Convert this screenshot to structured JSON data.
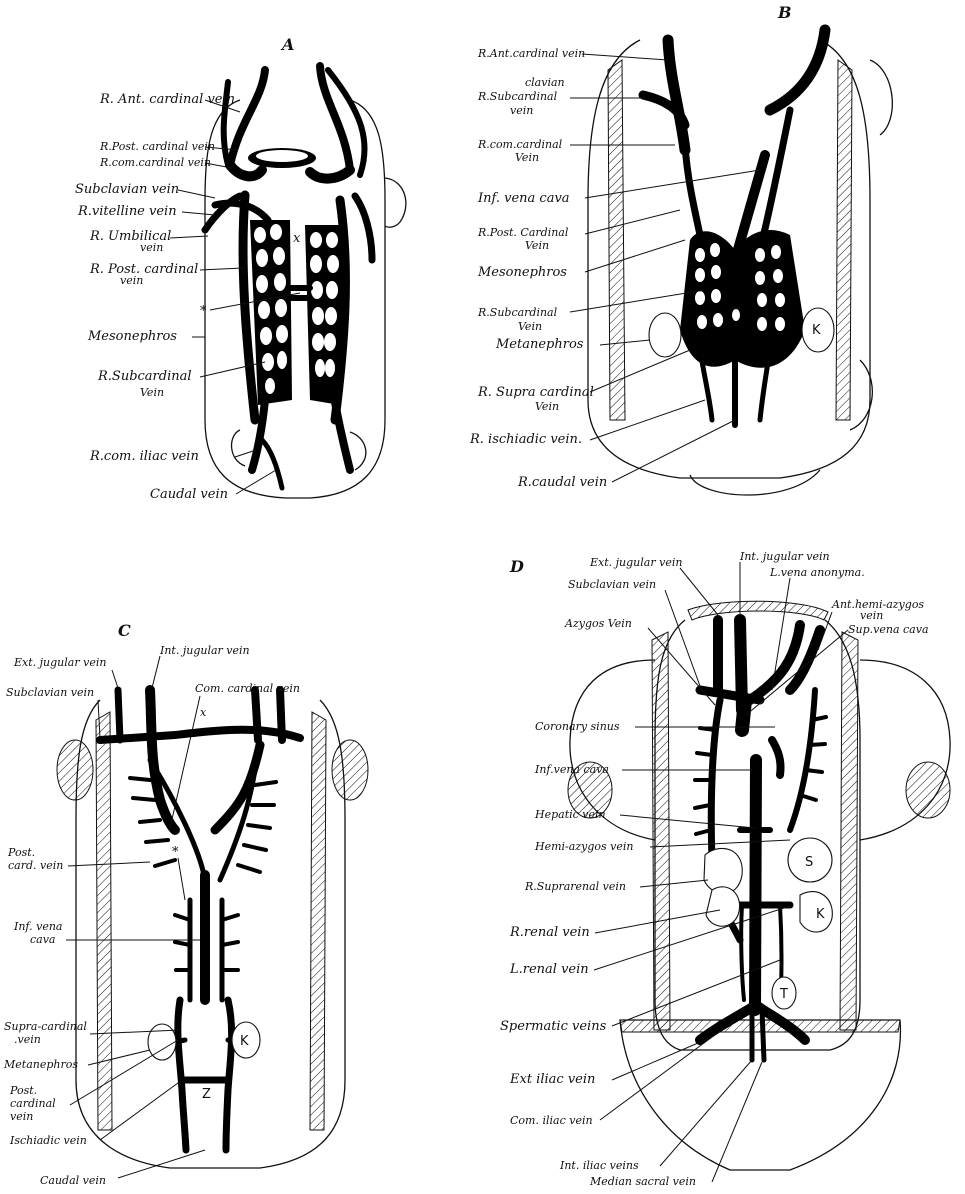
{
  "panels": {
    "A": {
      "letter": "A",
      "labels": {
        "ant_cardinal": "R. Ant. cardinal vein",
        "post_cardinal_upper": "R.Post. cardinal vein",
        "com_cardinal": "R.com.cardinal vein",
        "subclavian": "Subclavian vein",
        "vitelline": "R.vitelline vein",
        "umbilical_1": "R. Umbilical",
        "umbilical_2": "vein",
        "post_cardinal_1": "R. Post. cardinal",
        "post_cardinal_2": "vein",
        "asterisk": "*",
        "mesonephros": "Mesonephros",
        "subcardinal_1": "R.Subcardinal",
        "subcardinal_2": "Vein",
        "com_iliac": "R.com. iliac vein",
        "caudal": "Caudal vein",
        "x_mark": "x"
      }
    },
    "B": {
      "letter": "B",
      "labels": {
        "ant_cardinal": "R.Ant.cardinal vein",
        "subclavian_1": "R.Subcardinal",
        "subclavian_correction": "clavian",
        "subclavian_2": "vein",
        "com_cardinal_1": "R.com.cardinal",
        "com_cardinal_2": "Vein",
        "inf_vena_cava": "Inf. vena cava",
        "post_cardinal_1": "R.Post. Cardinal",
        "post_cardinal_2": "Vein",
        "mesonephros": "Mesonephros",
        "subcardinal_1": "R.Subcardinal",
        "subcardinal_2": "Vein",
        "metanephros": "Metanephros",
        "supracardinal_1": "R. Supra cardinal",
        "supracardinal_2": "Vein",
        "ischiadic": "R. ischiadic vein.",
        "caudal": "R.caudal vein",
        "kidney": "K"
      }
    },
    "C": {
      "letter": "C",
      "labels": {
        "ext_jugular": "Ext. jugular vein",
        "int_jugular": "Int. jugular vein",
        "subclavian": "Subclavian vein",
        "com_cardinal": "Com. cardinal vein",
        "x_mark": "x",
        "post_card_1": "Post.",
        "post_card_2": "card. vein",
        "asterisk": "*",
        "inf_vena_1": "Inf. vena",
        "inf_vena_2": "cava",
        "supracardinal_1": "Supra-cardinal",
        "supracardinal_2": ".vein",
        "metanephros": "Metanephros",
        "post_cardinal_1": "Post.",
        "post_cardinal_2": "cardinal",
        "post_cardinal_3": "vein",
        "ischiadic": "Ischiadic vein",
        "caudal": "Caudal vein",
        "kidney": "K",
        "z_mark": "Z"
      }
    },
    "D": {
      "letter": "D",
      "labels": {
        "ext_jugular": "Ext. jugular vein",
        "int_jugular": "Int. jugular vein",
        "l_vena_anonyma": "L.vena anonyma.",
        "subclavian": "Subclavian vein",
        "ant_hemi_1": "Ant.hemi-azygos",
        "ant_hemi_2": "vein",
        "sup_vena_cava": "Sup.vena cava",
        "azygos": "Azygos Vein",
        "coronary_sinus": "Coronary sinus",
        "inf_vena_cava": "Inf.vena cava",
        "hepatic": "Hepatic vein",
        "hemi_azygos": "Hemi-azygos vein",
        "suprarenal": "R.Suprarenal vein",
        "r_renal": "R.renal vein",
        "l_renal": "L.renal vein",
        "spermatic": "Spermatic   veins",
        "ext_iliac": "Ext iliac vein",
        "com_iliac": "Com. iliac vein",
        "int_iliac": "Int. iliac veins",
        "median_sacral": "Median sacral vein",
        "suprarenal_letter": "S",
        "kidney": "K",
        "testis": "T"
      }
    }
  }
}
